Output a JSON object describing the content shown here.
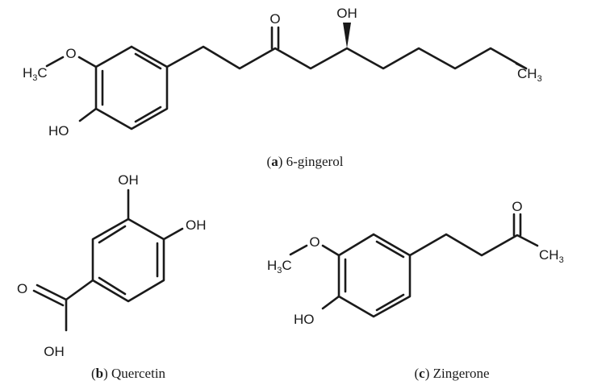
{
  "figure": {
    "panel_a": {
      "letter": "a",
      "name": "6-gingerol",
      "labels": {
        "o_ketone": "O",
        "oh": "OH",
        "h3c": "H",
        "h3c_sub": "3",
        "h3c_c": "C",
        "ho": "HO",
        "ch3": "CH",
        "ch3_sub": "3"
      }
    },
    "panel_b": {
      "letter": "b",
      "name": "Quercetin",
      "labels": {
        "oh_top": "OH",
        "oh_right": "OH",
        "o_carbonyl": "O",
        "oh_acid": "OH"
      }
    },
    "panel_c": {
      "letter": "c",
      "name": "Zingerone",
      "labels": {
        "o_ketone": "O",
        "h3c": "H",
        "h3c_sub": "3",
        "h3c_c": "C",
        "ho": "HO",
        "ch3": "CH",
        "ch3_sub": "3"
      }
    }
  }
}
